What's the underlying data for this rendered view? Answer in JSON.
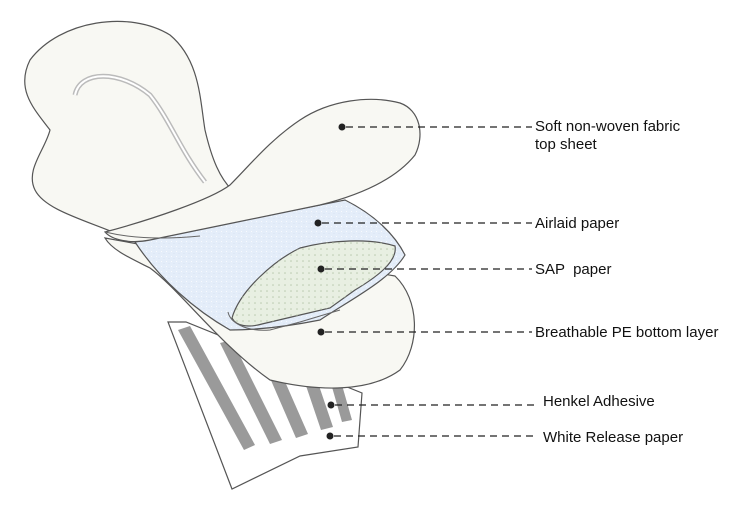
{
  "diagram": {
    "labels": [
      {
        "id": "top-sheet",
        "lines": [
          "Soft non-woven fabric",
          "top sheet"
        ]
      },
      {
        "id": "airlaid",
        "lines": [
          "Airlaid paper"
        ]
      },
      {
        "id": "sap",
        "lines": [
          "SAP  paper"
        ]
      },
      {
        "id": "pe-bottom",
        "lines": [
          "Breathable PE bottom layer"
        ]
      },
      {
        "id": "adhesive",
        "lines": [
          "Henkel Adhesive"
        ]
      },
      {
        "id": "release",
        "lines": [
          "White Release paper"
        ]
      }
    ],
    "colors": {
      "outline": "#555555",
      "pad_fill": "#f8f8f3",
      "airlaid_fill": "#e4edf9",
      "sap_fill": "#e8efe2",
      "adhesive_stripe": "#9a9a9a",
      "release_fill": "#ffffff",
      "leader_line": "#222222"
    }
  }
}
